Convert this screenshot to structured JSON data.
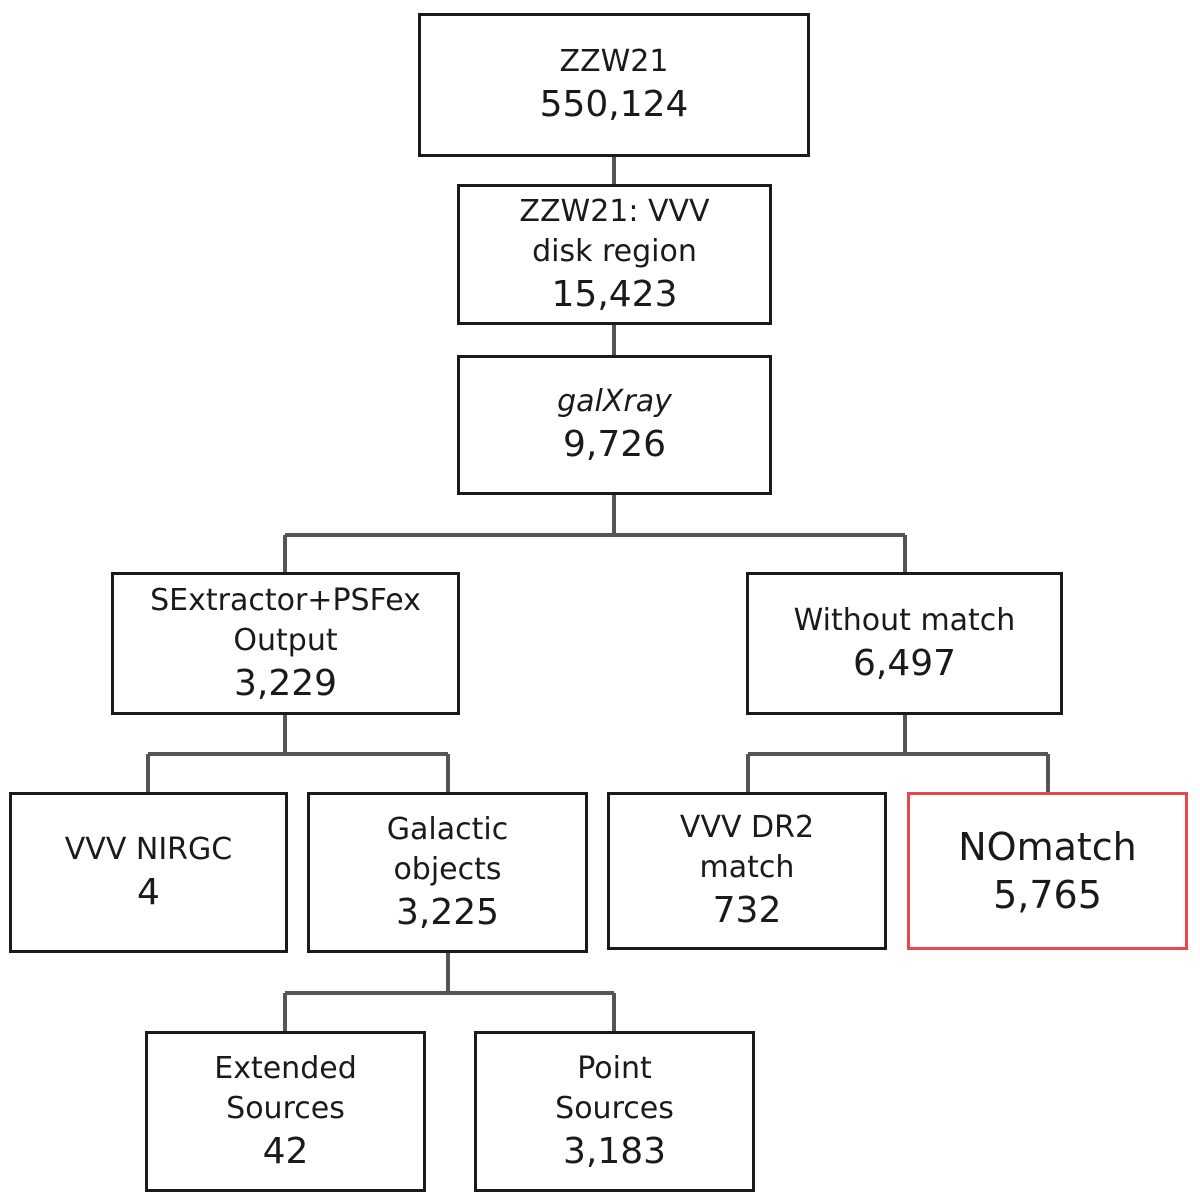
{
  "nodes": {
    "zzw21": {
      "label": "ZZW21",
      "count": "550,124"
    },
    "disk": {
      "label_1": "ZZW21: VVV",
      "label_2": "disk region",
      "count": "15,423"
    },
    "galxray": {
      "label": "galXray",
      "count": "9,726"
    },
    "sextractor": {
      "label_1": "SExtractor+PSFex",
      "label_2": "Output",
      "count": "3,229"
    },
    "without_match": {
      "label": "Without match",
      "count": "6,497"
    },
    "nirgc": {
      "label": "VVV NIRGC",
      "count": "4"
    },
    "galactic": {
      "label_1": "Galactic",
      "label_2": "objects",
      "count": "3,225"
    },
    "dr2": {
      "label_1": "VVV DR2",
      "label_2": "match",
      "count": "732"
    },
    "nomatch": {
      "label": "NOmatch",
      "count": "5,765"
    },
    "extended": {
      "label_1": "Extended",
      "label_2": "Sources",
      "count": "42"
    },
    "point": {
      "label_1": "Point",
      "label_2": "Sources",
      "count": "3,183"
    }
  },
  "colors": {
    "line": "#1a1a1a",
    "connector": "#555555",
    "highlight": "#e8474c"
  }
}
